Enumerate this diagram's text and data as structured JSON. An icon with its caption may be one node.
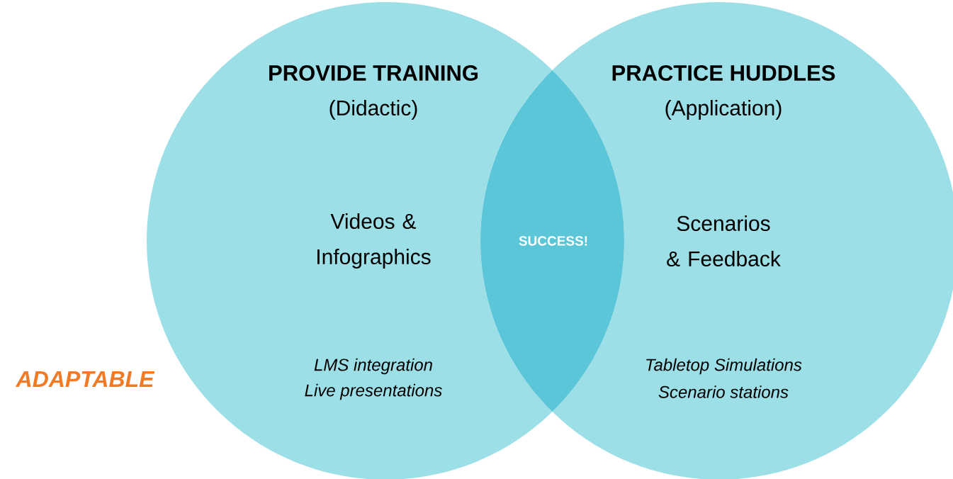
{
  "diagram": {
    "nodes": [
      {
        "text": [
          "PROVIDE TRAINING",
          "(Didactic)",
          "Videos & Infographics",
          "LMS integration",
          "Live presentations"
        ]
      },
      {
        "text": [
          "SUCCESS!"
        ]
      },
      {
        "text": [
          "PRACTICE HUDDLES",
          "(Application)",
          "Scenarios & Feedback",
          "Tabletop Simulations",
          "Scenario stations"
        ]
      }
    ],
    "labels": [
      "ADAPTABLE"
    ]
  }
}
